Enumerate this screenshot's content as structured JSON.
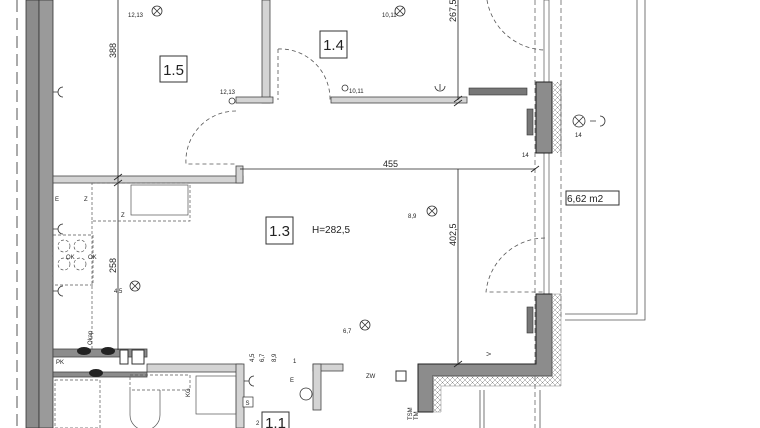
{
  "colors": {
    "wall_dark": "#8c8c8c",
    "wall_light": "#d4d4d4",
    "line": "#222222",
    "background": "#ffffff"
  },
  "rooms": [
    {
      "id": "1.5"
    },
    {
      "id": "1.4"
    },
    {
      "id": "1.3",
      "height": "H=282,5"
    },
    {
      "id": "1.1"
    }
  ],
  "area_label": "6,62 m2",
  "dimensions": {
    "d388": "388",
    "d267": "267,5",
    "d455": "455",
    "d402": "402,5",
    "d258": "258"
  },
  "light_labels": {
    "l1": "12,13",
    "l2": "10,11",
    "l3": "8,9",
    "l4": "4,5",
    "l5": "6,7"
  },
  "switch_labels": {
    "s1": "12,13",
    "s2": "10,11",
    "s3": "14",
    "s4": "14",
    "s5": "4,5",
    "s6": "6,7",
    "s7": "8,9",
    "s8": "1",
    "s9": "2"
  },
  "symbols": {
    "pk": "PK",
    "ok1": "OK",
    "ok2": "OK",
    "okap": "Okap",
    "e1": "E",
    "z1": "Z",
    "e2": "E",
    "zw": "ZW",
    "tsm": "TSM",
    "tm": "TM",
    "s": "S",
    "kg": "KG",
    "v": "V",
    "z2": "Z"
  },
  "icons": [
    "ceiling-light-icon",
    "light-switch-icon",
    "socket-icon",
    "door-swing-icon",
    "radiator-icon",
    "toilet-icon",
    "sink-icon",
    "stove-icon",
    "ventilation-icon"
  ]
}
